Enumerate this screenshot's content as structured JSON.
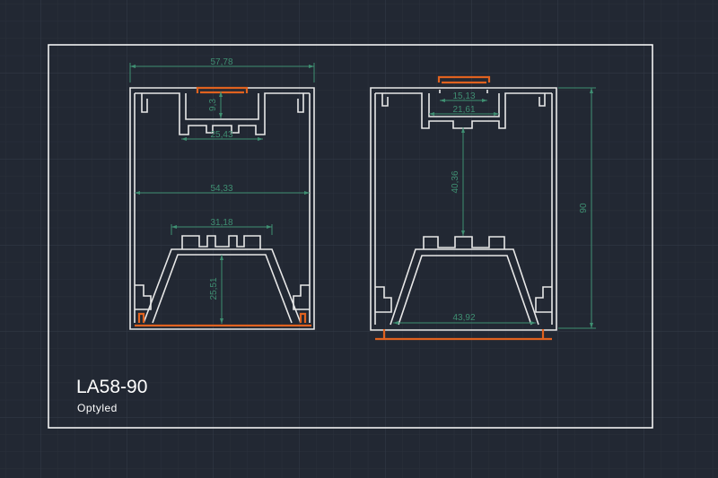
{
  "drawing": {
    "title": "LA58-90",
    "brand": "Optyled",
    "colors": {
      "background": "#222833",
      "profile": "#e8e8e8",
      "gasket": "#e0621f",
      "dimension": "#3f8f72",
      "frame": "#ffffff"
    },
    "left_view": {
      "overall_width": "57,78",
      "channel_depth": "9,3",
      "channel_width": "25,43",
      "inner_width": "54,33",
      "reflector_top_width": "31,18",
      "reflector_height": "25,51"
    },
    "right_view": {
      "top_opening": "15,13",
      "channel_width": "21,61",
      "channel_to_reflector": "40,36",
      "overall_height": "90",
      "diffuser_width": "43,92"
    }
  }
}
